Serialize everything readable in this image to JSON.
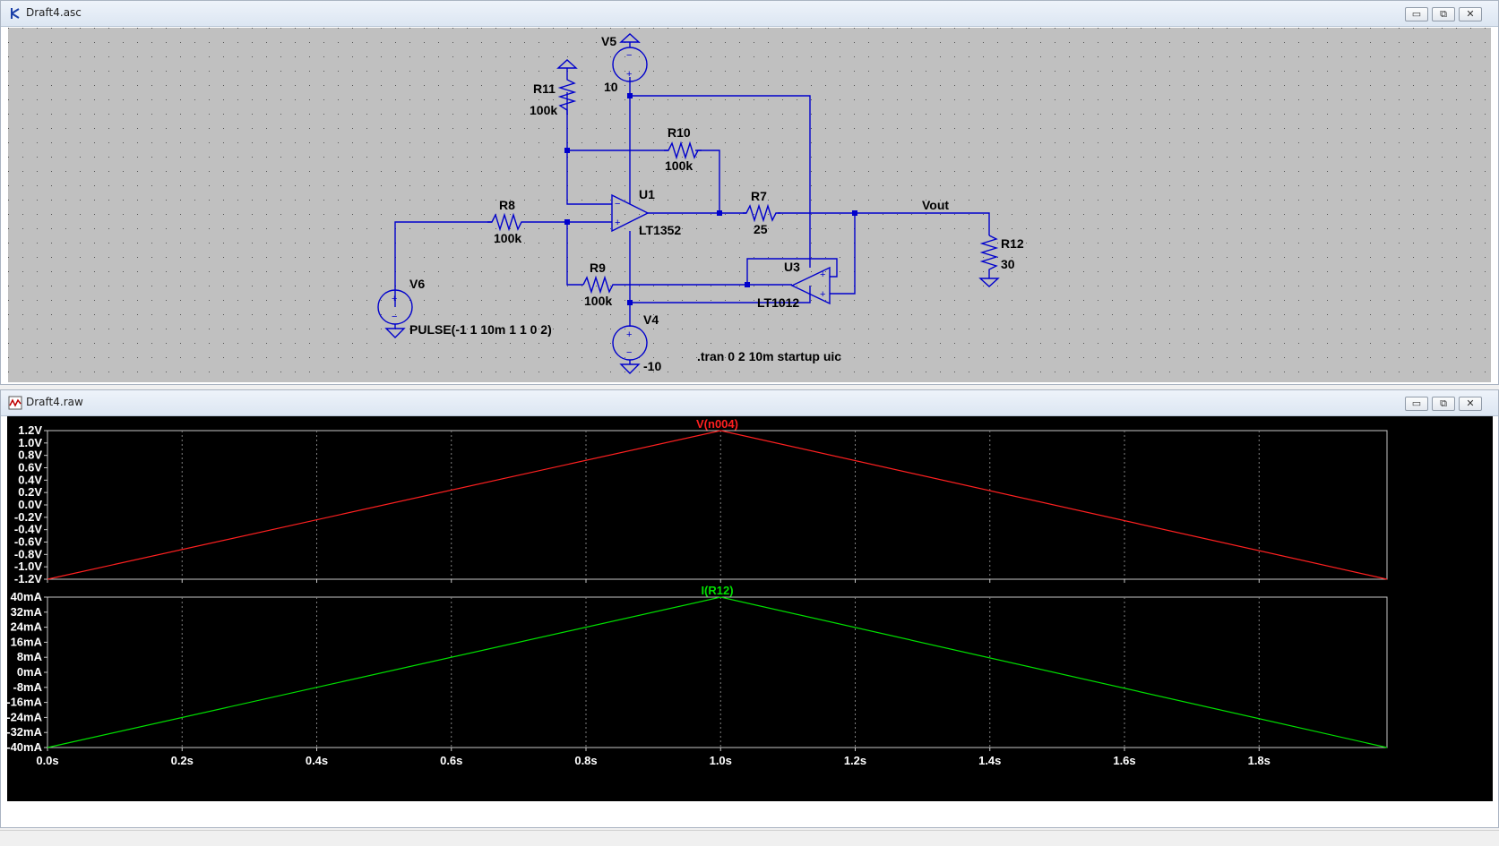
{
  "schematic_window": {
    "title": "Draft4.asc",
    "labels": {
      "v5_name": "V5",
      "v5_value": "10",
      "v4_name": "V4",
      "v4_value": "-10",
      "v6_name": "V6",
      "v6_value": "PULSE(-1 1 10m 1 1 0 2)",
      "r11_name": "R11",
      "r11_value": "100k",
      "r10_name": "R10",
      "r10_value": "100k",
      "r8_name": "R8",
      "r8_value": "100k",
      "r9_name": "R9",
      "r9_value": "100k",
      "r7_name": "R7",
      "r7_value": "25",
      "r12_name": "R12",
      "r12_value": "30",
      "u1_name": "U1",
      "u1_value": "LT1352",
      "u3_name": "U3",
      "u3_value": "LT1012",
      "net_vout": "Vout",
      "directive": ".tran 0 2 10m startup uic"
    }
  },
  "waveform_window": {
    "title": "Draft4.raw",
    "plot_bg": "#000000",
    "grid_color": "#808080"
  },
  "window_buttons": {
    "minimize": "▭",
    "restore": "⧉",
    "close": "✕"
  },
  "colors": {
    "wire": "#0000cc",
    "trace_voltage": "#ff2020",
    "trace_current": "#00e000",
    "schematic_bg": "#c0c0c0"
  },
  "chart_data": [
    {
      "type": "line",
      "series": [
        {
          "name": "V(n004)",
          "color": "#ff2020",
          "x": [
            0,
            1.0,
            1.99
          ],
          "y": [
            -1.2,
            1.2,
            -1.2
          ]
        }
      ],
      "xlim": [
        0,
        1.99
      ],
      "ylim": [
        -1.2,
        1.2
      ],
      "x_ticks": [
        0,
        0.2,
        0.4,
        0.6,
        0.8,
        1.0,
        1.2,
        1.4,
        1.6,
        1.8
      ],
      "x_tick_labels": [],
      "y_ticks": [
        1.2,
        1.0,
        0.8,
        0.6,
        0.4,
        0.2,
        0.0,
        -0.2,
        -0.4,
        -0.6,
        -0.8,
        -1.0,
        -1.2
      ],
      "y_tick_labels": [
        "1.2V",
        "1.0V",
        "0.8V",
        "0.6V",
        "0.4V",
        "0.2V",
        "0.0V",
        "-0.2V",
        "-0.4V",
        "-0.6V",
        "-0.8V",
        "-1.0V",
        "-1.2V"
      ],
      "grid": true
    },
    {
      "type": "line",
      "series": [
        {
          "name": "I(R12)",
          "color": "#00e000",
          "x": [
            0,
            1.0,
            1.99
          ],
          "y": [
            -40,
            40,
            -40
          ]
        }
      ],
      "xlim": [
        0,
        1.99
      ],
      "ylim": [
        -40,
        40
      ],
      "x_ticks": [
        0,
        0.2,
        0.4,
        0.6,
        0.8,
        1.0,
        1.2,
        1.4,
        1.6,
        1.8
      ],
      "x_tick_labels": [
        "0.0s",
        "0.2s",
        "0.4s",
        "0.6s",
        "0.8s",
        "1.0s",
        "1.2s",
        "1.4s",
        "1.6s",
        "1.8s"
      ],
      "y_ticks": [
        40,
        32,
        24,
        16,
        8,
        0,
        -8,
        -16,
        -24,
        -32,
        -40
      ],
      "y_tick_labels": [
        "40mA",
        "32mA",
        "24mA",
        "16mA",
        "8mA",
        "0mA",
        "-8mA",
        "-16mA",
        "-24mA",
        "-32mA",
        "-40mA"
      ],
      "grid": true
    }
  ]
}
